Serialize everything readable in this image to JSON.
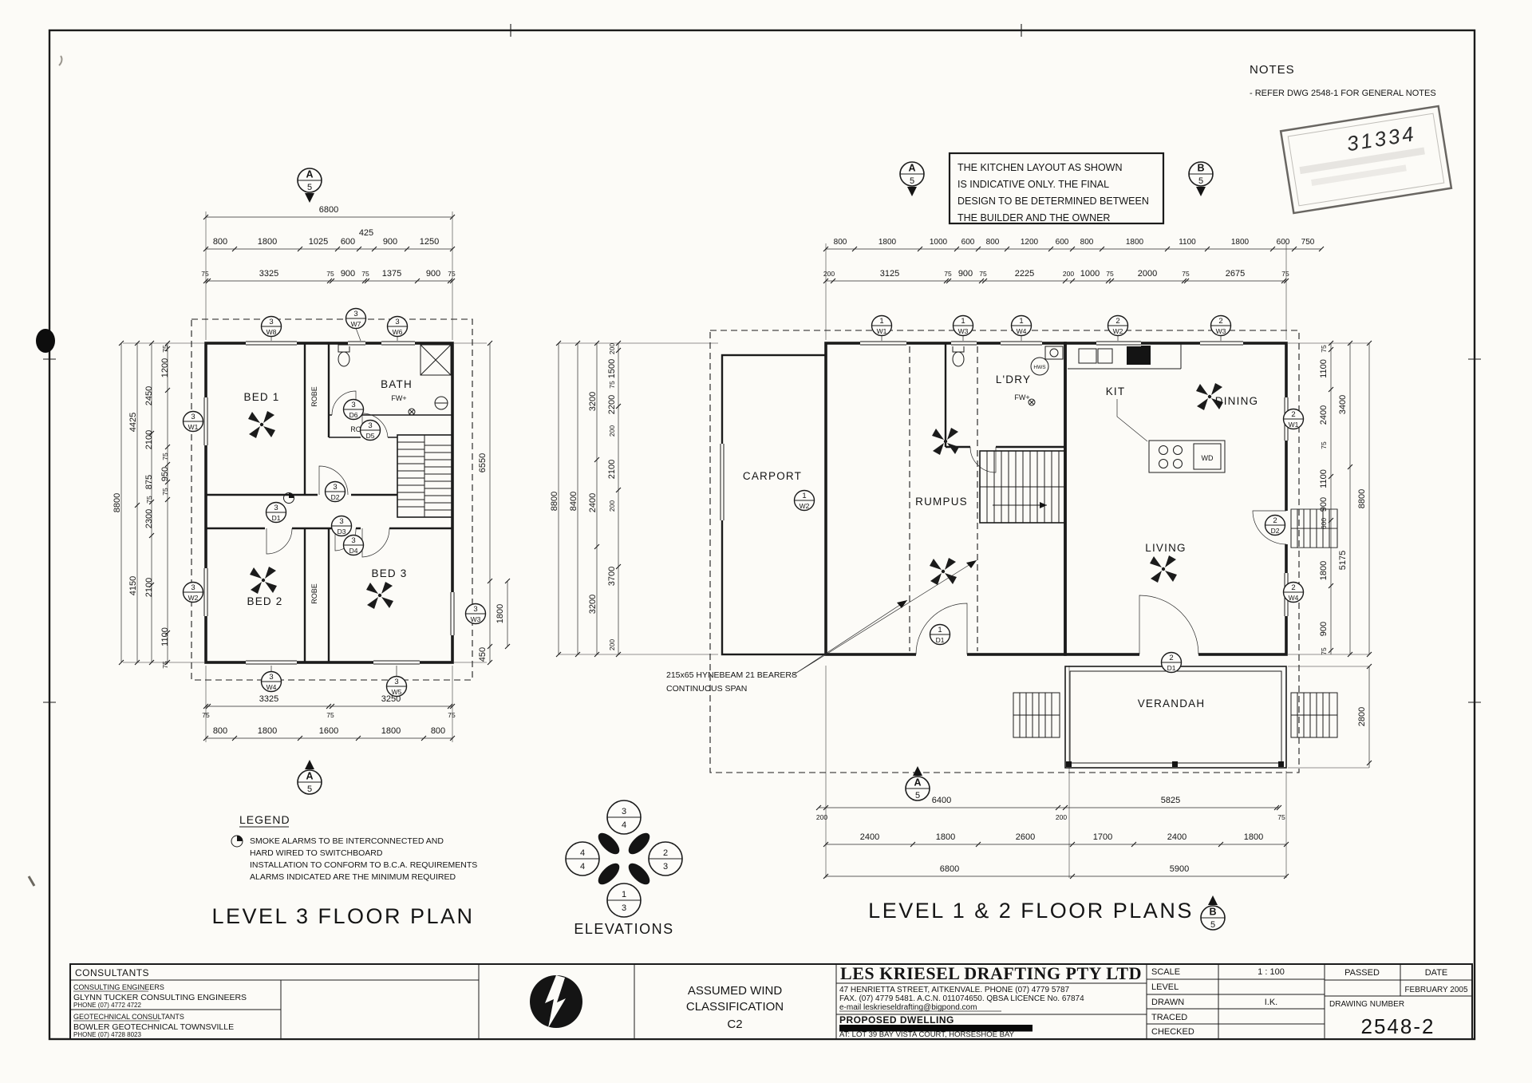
{
  "notes": {
    "title": "NOTES",
    "line": "- REFER DWG 2548-1 FOR GENERAL NOTES"
  },
  "stamp": {
    "handwriting": "31334"
  },
  "kitchen_note": {
    "lines": [
      "THE KITCHEN LAYOUT AS SHOWN",
      "IS INDICATIVE ONLY. THE FINAL",
      "DESIGN TO BE DETERMINED BETWEEN",
      "THE BUILDER AND THE OWNER"
    ]
  },
  "legend": {
    "title": "LEGEND",
    "lines": [
      "SMOKE ALARMS TO BE INTERCONNECTED AND",
      "HARD WIRED TO SWITCHBOARD",
      "INSTALLATION TO CONFORM TO B.C.A. REQUIREMENTS",
      "ALARMS INDICATED ARE THE MINIMUM REQUIRED"
    ]
  },
  "elevations": {
    "label": "ELEVATIONS",
    "top": [
      "3",
      "4"
    ],
    "right": [
      "2",
      "3"
    ],
    "bottom": [
      "1",
      "3"
    ],
    "left": [
      "4",
      "4"
    ]
  },
  "plan3": {
    "title": "LEVEL 3 FLOOR PLAN",
    "section": "A",
    "sheet": "5",
    "rooms": {
      "bed1": "BED 1",
      "bed2": "BED 2",
      "bed3": "BED 3",
      "bath": "BATH",
      "fw": "FW+",
      "robe": "ROBE"
    },
    "markers": {
      "w1": [
        "3",
        "W1"
      ],
      "w2": [
        "3",
        "W2"
      ],
      "w3": [
        "3",
        "W3"
      ],
      "w4": [
        "3",
        "W4"
      ],
      "w5": [
        "3",
        "W5"
      ],
      "w6": [
        "3",
        "W6"
      ],
      "w7": [
        "3",
        "W7"
      ],
      "w8": [
        "3",
        "W8"
      ],
      "d1": [
        "3",
        "D1"
      ],
      "d2": [
        "3",
        "D2"
      ],
      "d3": [
        "3",
        "D3"
      ],
      "d4": [
        "3",
        "D4"
      ],
      "d5": [
        "3",
        "D5"
      ],
      "d6": [
        "3",
        "D6"
      ]
    },
    "dims": {
      "span": "6800",
      "top": [
        "800",
        "1800",
        "1025",
        "600",
        "425",
        "900",
        "1250"
      ],
      "top2": [
        "75",
        "3325",
        "75",
        "900",
        "75",
        "1375",
        "900",
        "75"
      ],
      "left": [
        "75",
        "1200",
        "2450",
        "2100",
        "4425",
        "75",
        "950",
        "75",
        "875",
        "75",
        "2300",
        "8800",
        "2100",
        "4150",
        "1100",
        "75"
      ],
      "right": [
        "6550",
        "1800",
        "450"
      ],
      "bottom": [
        "3325",
        "3250",
        "75",
        "75",
        "75"
      ],
      "bottom2": [
        "800",
        "1800",
        "1600",
        "1800",
        "800"
      ]
    }
  },
  "plan12": {
    "title": "LEVEL 1 & 2 FLOOR PLANS",
    "section_a": "A",
    "section_b": "B",
    "sheet": "5",
    "rooms": {
      "carport": "CARPORT",
      "rumpus": "RUMPUS",
      "ldry": "L'DRY",
      "fw": "FW+",
      "hws": "HWS",
      "kit": "KIT",
      "dining": "DINING",
      "wd": "WD",
      "living": "LIVING",
      "verandah": "VERANDAH"
    },
    "annotation": [
      "215x65 HYNEBEAM 21 BEARERS",
      "CONTINUOUS SPAN"
    ],
    "markers": {
      "w1": [
        "1",
        "W1"
      ],
      "w3": [
        "1",
        "W3"
      ],
      "w4": [
        "1",
        "W4"
      ],
      "w2u": [
        "2",
        "W2"
      ],
      "w3u": [
        "2",
        "W3"
      ],
      "w2": [
        "1",
        "W2"
      ],
      "d1": [
        "1",
        "D1"
      ],
      "w1u": [
        "2",
        "W1"
      ],
      "d2u": [
        "2",
        "D2"
      ],
      "w4u": [
        "2",
        "W4"
      ],
      "d1u": [
        "2",
        "D1"
      ]
    },
    "dims": {
      "top": [
        "800",
        "1800",
        "1000",
        "600",
        "800",
        "1200",
        "600",
        "800",
        "1800",
        "1100",
        "1800",
        "600",
        "750"
      ],
      "top2": [
        "200",
        "3125",
        "75",
        "900",
        "75",
        "2225",
        "200",
        "1000",
        "75",
        "2000",
        "75",
        "2675",
        "75"
      ],
      "left_inner": [
        "200",
        "1500",
        "75",
        "2200",
        "200",
        "2100",
        "200",
        "3700",
        "200"
      ],
      "left_mid": [
        "3200",
        "2400",
        "3200"
      ],
      "left_mid2": "8400",
      "left_outer": "8800",
      "right_inner": [
        "75",
        "1100",
        "2400",
        "75",
        "1100",
        "900",
        "600",
        "1800",
        "900",
        "75"
      ],
      "right_mid": [
        "3400",
        "5175"
      ],
      "right_outer": [
        "8800",
        "2800"
      ],
      "bottom": [
        "6400",
        "5825",
        "200",
        "200",
        "75"
      ],
      "bottom2": [
        "2400",
        "1800",
        "2600",
        "1700",
        "2400",
        "1800"
      ],
      "bottom3": [
        "6800",
        "5900"
      ]
    }
  },
  "titleblock": {
    "consultants": {
      "header": "CONSULTANTS",
      "eng_title": "CONSULTING ENGINEERS",
      "eng_name": "GLYNN TUCKER CONSULTING ENGINEERS",
      "eng_phone": "PHONE (07) 4772 4722",
      "geo_title": "GEOTECHNICAL CONSULTANTS",
      "geo_name": "BOWLER GEOTECHNICAL TOWNSVILLE",
      "geo_phone": "PHONE (07) 4728 8023"
    },
    "wind": {
      "line1": "ASSUMED WIND",
      "line2": "CLASSIFICATION",
      "line3": "C2"
    },
    "firm": {
      "name": "LES KRIESEL DRAFTING PTY LTD",
      "address": "47 HENRIETTA STREET, AITKENVALE. PHONE (07) 4779 5787",
      "fax": "FAX. (07) 4779 5481.  A.C.N. 011074650.  QBSA LICENCE No. 67874",
      "email": "e-mail  leskrieseldrafting@bigpond.com",
      "project": "PROPOSED DWELLING",
      "site": "AT: LOT 39 BAY VISTA COURT, HORSESHOE BAY"
    },
    "table": {
      "scale_label": "SCALE",
      "scale_value": "1 : 100",
      "level_label": "LEVEL",
      "drawn_label": "DRAWN",
      "drawn_value": "I.K.",
      "traced_label": "TRACED",
      "checked_label": "CHECKED",
      "passed_label": "PASSED",
      "date_label": "DATE",
      "date_value": "FEBRUARY 2005",
      "dwg_label": "DRAWING NUMBER",
      "dwg_value": "2548-2"
    }
  }
}
